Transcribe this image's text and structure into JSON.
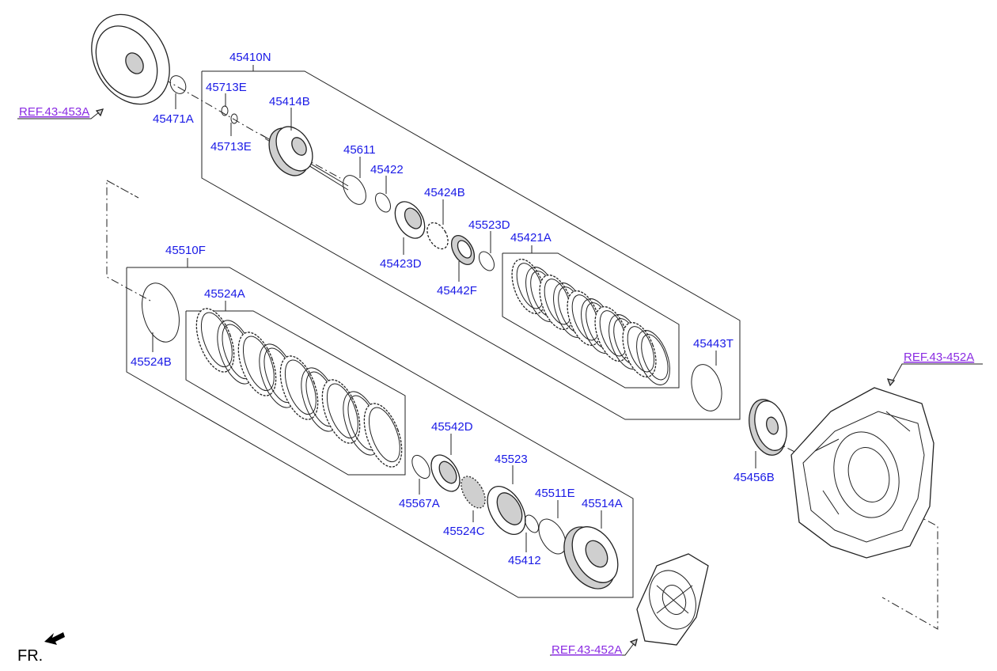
{
  "labels": {
    "p45410N": "45410N",
    "p45713E_a": "45713E",
    "p45713E_b": "45713E",
    "p45414B": "45414B",
    "p45471A": "45471A",
    "p45611": "45611",
    "p45422": "45422",
    "p45424B": "45424B",
    "p45423D": "45423D",
    "p45523D": "45523D",
    "p45442F": "45442F",
    "p45421A": "45421A",
    "p45443T": "45443T",
    "p45510F": "45510F",
    "p45524A": "45524A",
    "p45524B": "45524B",
    "p45542D": "45542D",
    "p45567A": "45567A",
    "p45524C": "45524C",
    "p45523": "45523",
    "p45511E": "45511E",
    "p45412": "45412",
    "p45514A": "45514A",
    "p45456B": "45456B"
  },
  "refs": {
    "ref_453A": "REF.43-453A",
    "ref_452A_top": "REF.43-452A",
    "ref_452A_bottom": "REF.43-452A"
  },
  "direction": {
    "fr_label": "FR.",
    "fr_arrow_icon": "arrow-up-left-icon"
  },
  "colors": {
    "part_number": "#1a1ae6",
    "reference_link": "#8a2be2",
    "line": "#222222"
  }
}
